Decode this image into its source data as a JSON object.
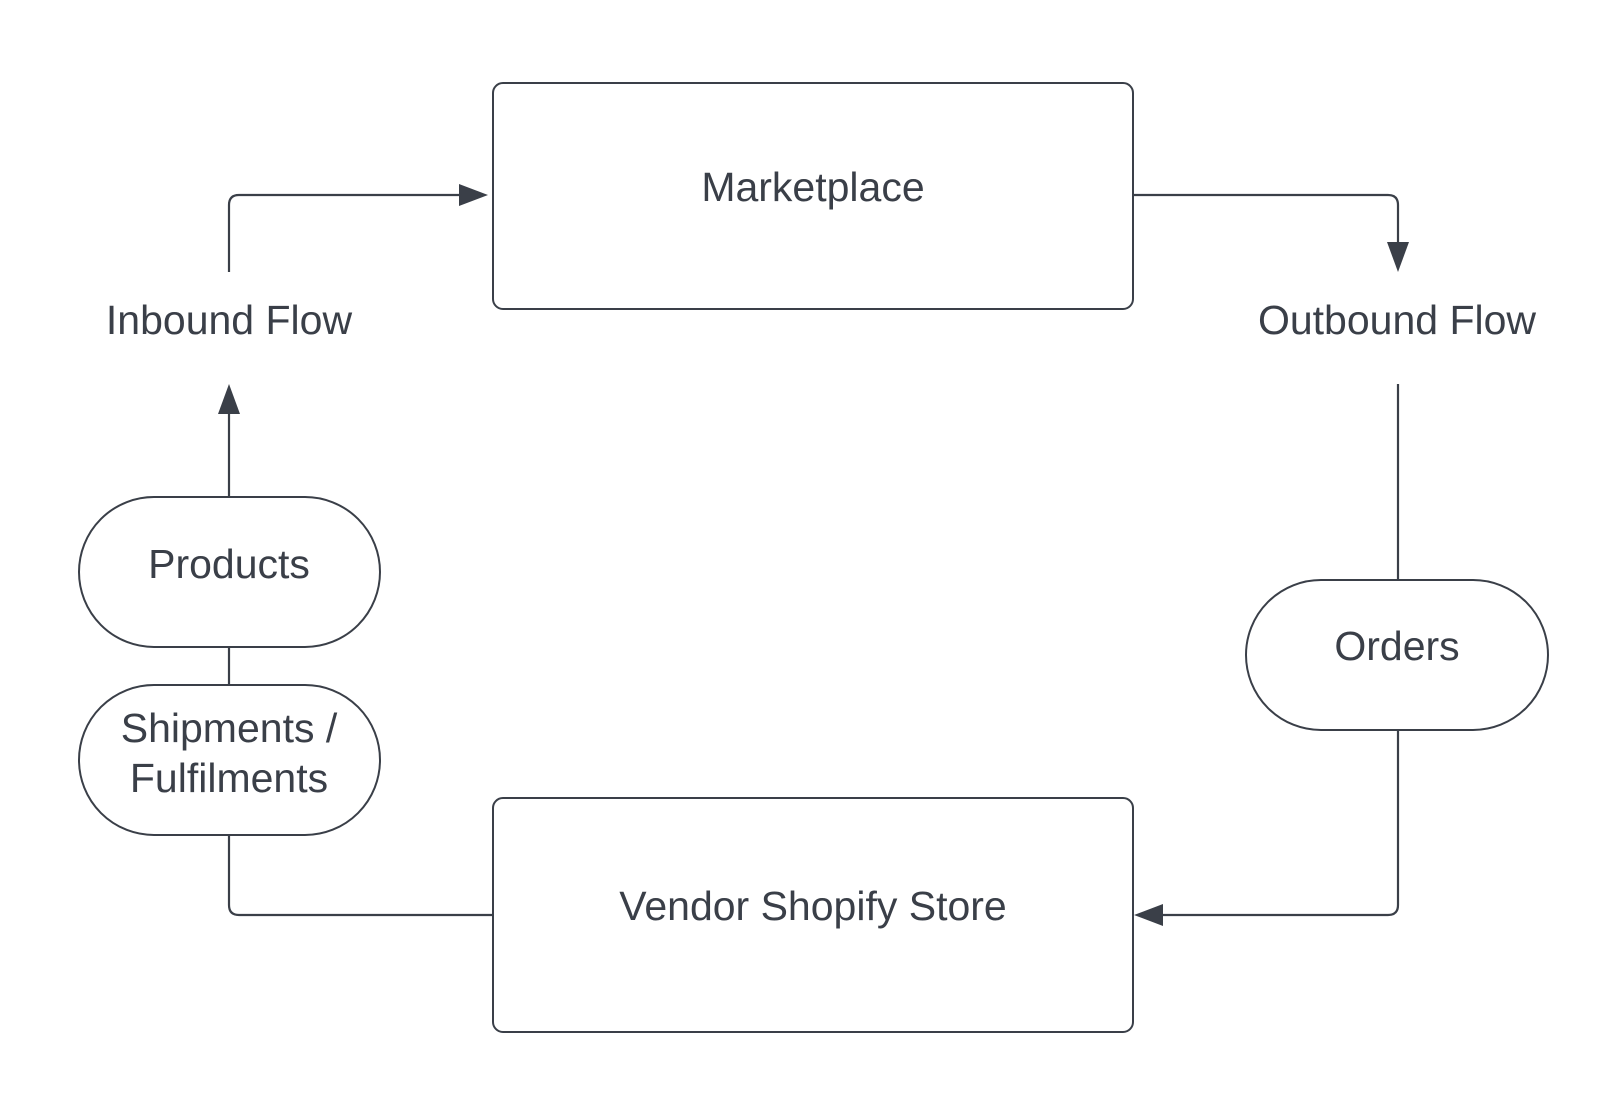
{
  "diagram": {
    "colors": {
      "stroke": "#3a3f48",
      "text": "#3a3f48",
      "background": "#ffffff"
    },
    "nodes": {
      "marketplace": "Marketplace",
      "vendor_store": "Vendor Shopify Store",
      "inbound_flow": "Inbound Flow",
      "outbound_flow": "Outbound Flow",
      "products": "Products",
      "shipments_line1": "Shipments /",
      "shipments_line2": "Fulfilments",
      "orders": "Orders"
    }
  }
}
